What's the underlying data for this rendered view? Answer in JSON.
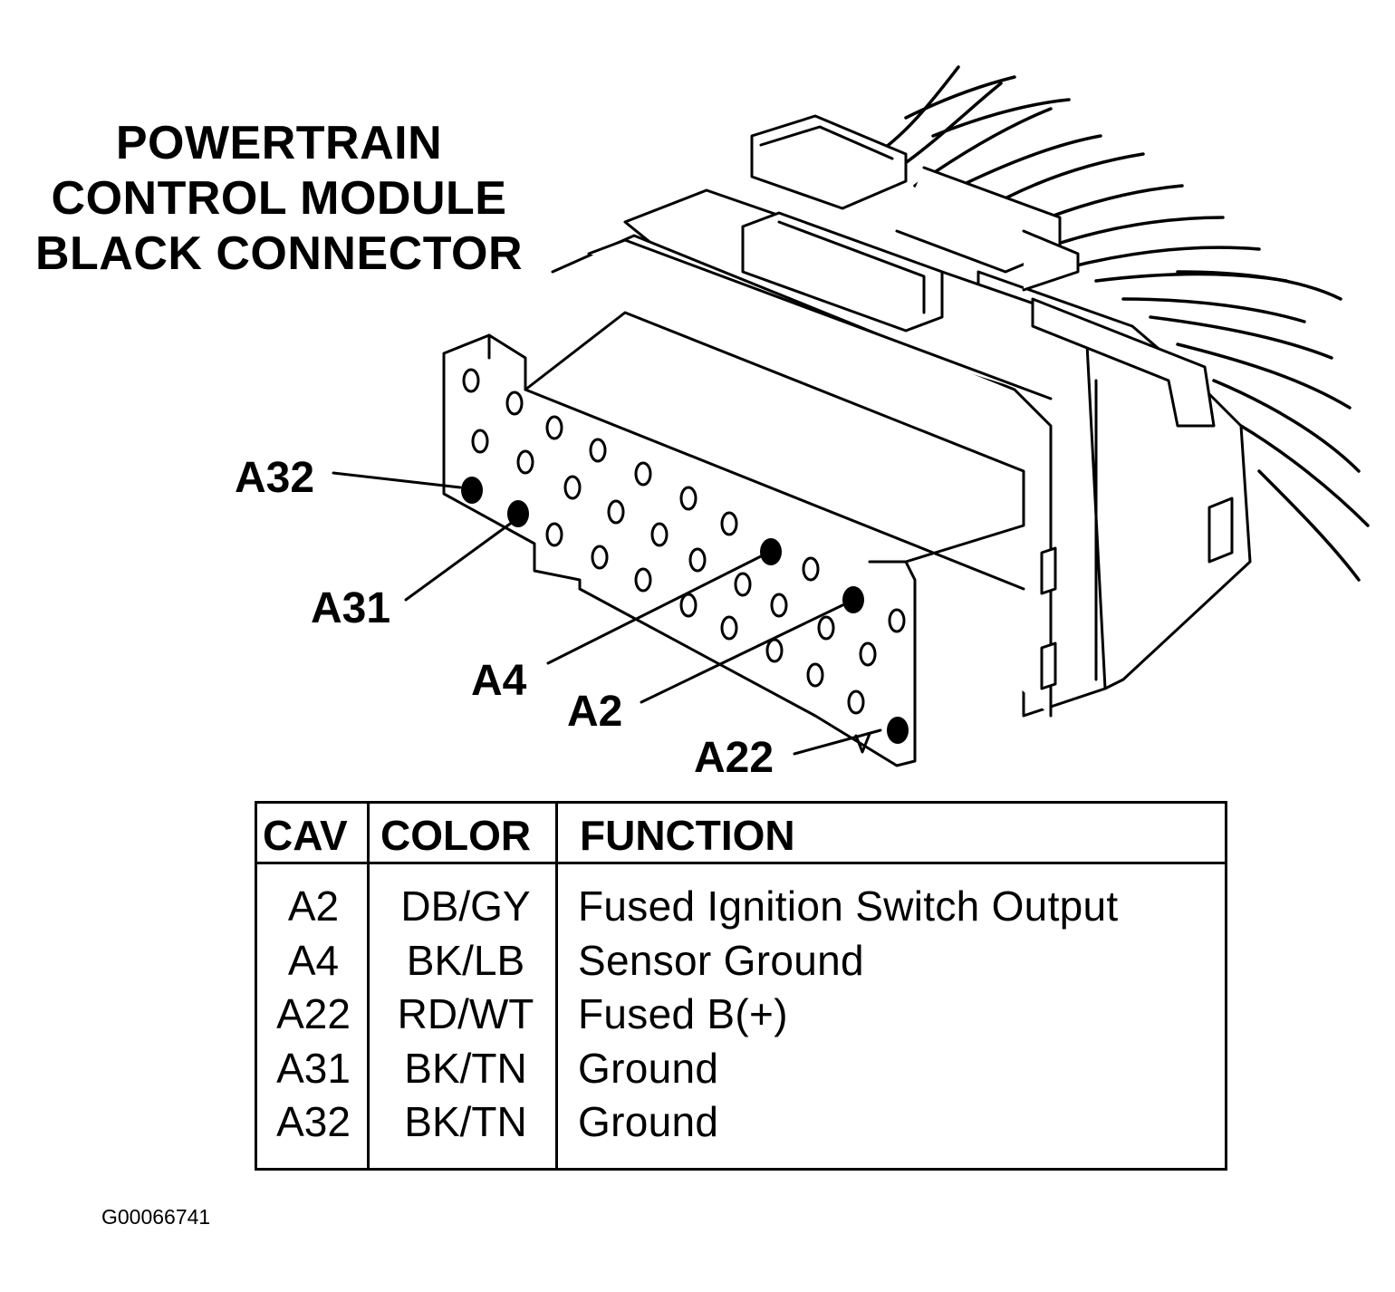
{
  "title": {
    "line1": "POWERTRAIN",
    "line2": "CONTROL MODULE",
    "line3": "BLACK CONNECTOR"
  },
  "pin_labels": {
    "a32": "A32",
    "a31": "A31",
    "a4": "A4",
    "a2": "A2",
    "a22": "A22"
  },
  "table": {
    "headers": {
      "cav": "CAV",
      "color": "COLOR",
      "function": "FUNCTION"
    },
    "rows": [
      {
        "cav": "A2",
        "color": "DB/GY",
        "function": "Fused Ignition Switch Output"
      },
      {
        "cav": "A4",
        "color": "BK/LB",
        "function": "Sensor Ground"
      },
      {
        "cav": "A22",
        "color": "RD/WT",
        "function": "Fused B(+)"
      },
      {
        "cav": "A31",
        "color": "BK/TN",
        "function": "Ground"
      },
      {
        "cav": "A32",
        "color": "BK/TN",
        "function": "Ground"
      }
    ]
  },
  "figure_id": "G00066741"
}
